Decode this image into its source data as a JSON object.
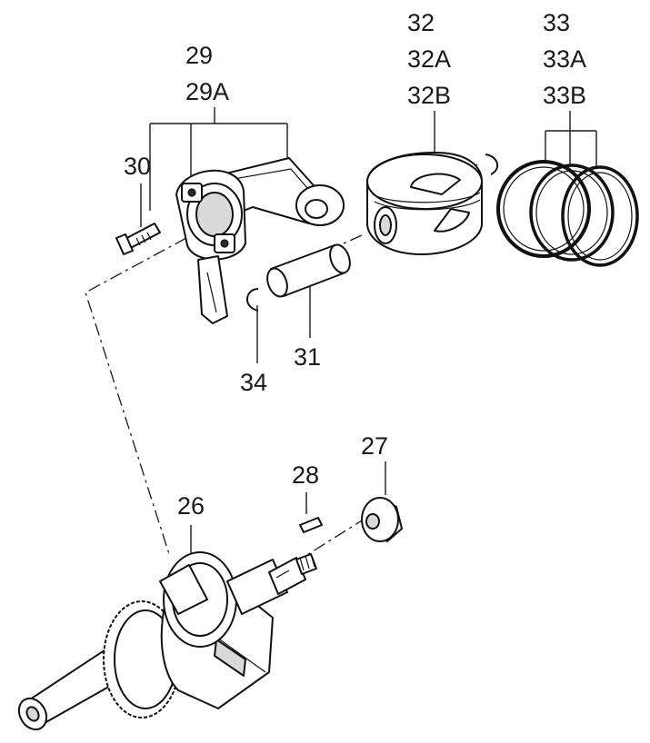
{
  "labels": {
    "p26": "26",
    "p27": "27",
    "p28": "28",
    "p29": "29",
    "p29a": "29A",
    "p30": "30",
    "p31": "31",
    "p32": "32",
    "p32a": "32A",
    "p32b": "32B",
    "p33": "33",
    "p33a": "33A",
    "p33b": "33B",
    "p34": "34"
  },
  "colors": {
    "line": "#1a1a1a",
    "part_fill": "#ffffff",
    "shade": "#d9d9d9"
  }
}
